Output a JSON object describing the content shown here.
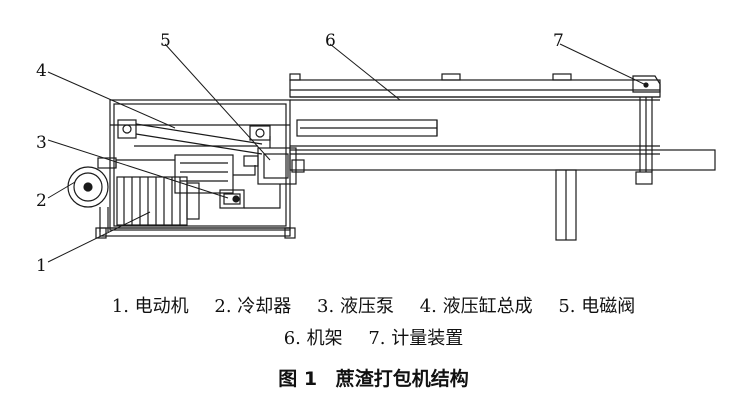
{
  "callouts": [
    "1",
    "2",
    "3",
    "4",
    "5",
    "6",
    "7"
  ],
  "legend": {
    "line1": [
      "1. 电动机",
      "2. 冷却器",
      "3. 液压泵",
      "4. 液压缸总成",
      "5. 电磁阀"
    ],
    "line2": [
      "6. 机架",
      "7. 计量装置"
    ]
  },
  "caption": {
    "figure_number": "图 1",
    "title": "蔗渣打包机结构"
  }
}
